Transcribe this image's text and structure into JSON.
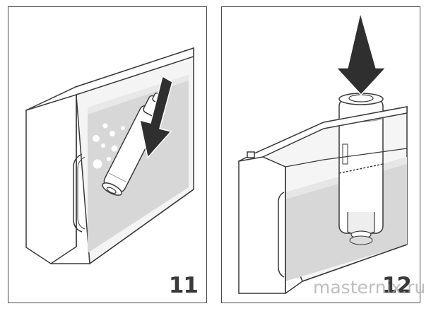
{
  "panels": [
    {
      "step": "11",
      "illustration": "filter-cartridge-soaking-in-water-container"
    },
    {
      "step": "12",
      "illustration": "filter-cartridge-pushed-into-water-tank"
    }
  ],
  "watermark": "masternix.ru",
  "colors": {
    "outline": "#3a3a3a",
    "water": "#d7d7d7",
    "water_light": "#e6e6e6",
    "arrow": "#2f2f2f",
    "panel_border": "#4a4a4a"
  }
}
